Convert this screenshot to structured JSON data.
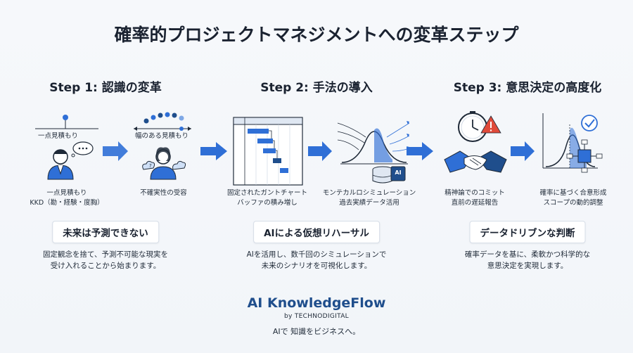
{
  "title": "確率的プロジェクトマネジメントへの変革ステップ",
  "steps": [
    {
      "heading": "Step 1: 認識の変革",
      "left_label_top": "一点見積もり",
      "right_label_top": "幅のある見積もり",
      "left_caption": [
        "一点見積もり",
        "KKD（勘・経験・度胸）"
      ],
      "right_caption": [
        "不確実性の受容"
      ],
      "key_message": "未来は予測できない",
      "description": [
        "固定観念を捨て、予測不可能な現実を",
        "受け入れることから始まります。"
      ]
    },
    {
      "heading": "Step 2: 手法の導入",
      "left_caption": [
        "固定されたガントチャート",
        "バッファの積み増し"
      ],
      "right_caption": [
        "モンテカルロシミュレーション",
        "過去実績データ活用"
      ],
      "ai_badge": "AI",
      "key_message": "AIによる仮想リハーサル",
      "description": [
        "AIを活用し、数千回のシミュレーションで",
        "未来のシナリオを可視化します。"
      ]
    },
    {
      "heading": "Step 3: 意思決定の高度化",
      "left_caption": [
        "精神論でのコミット",
        "直前の遅延報告"
      ],
      "right_caption": [
        "確率に基づく合意形成",
        "スコープの動的調整"
      ],
      "key_message": "データドリブンな判断",
      "description": [
        "確率データを基に、柔軟かつ科学的な",
        "意思決定を実現します。"
      ]
    }
  ],
  "brand": {
    "name": "AI KnowledgeFlow",
    "by": "by TECHNODIGITAL",
    "tagline": "AIで 知識をビジネスへ。"
  },
  "colors": {
    "accent": "#2f6fd6",
    "dark": "#1f2a38",
    "navy": "#1f4e8c",
    "alert": "#e04a3a"
  }
}
